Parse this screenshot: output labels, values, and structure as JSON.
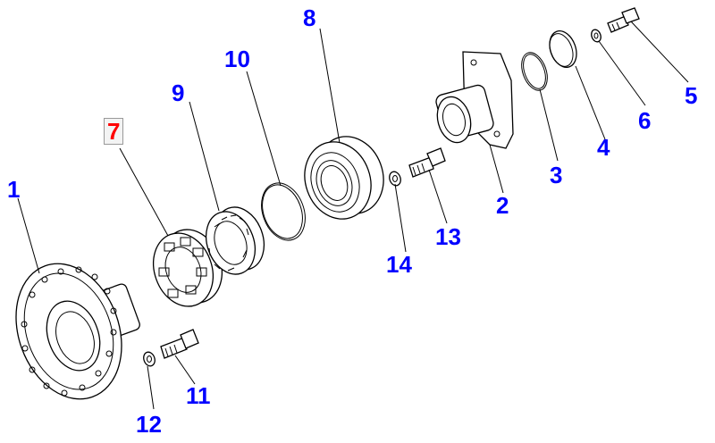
{
  "diagram": {
    "colors": {
      "callout": "#0000ff",
      "highlight": "#ff0000",
      "line": "#000000",
      "background": "#ffffff"
    },
    "callouts": [
      {
        "id": "1",
        "label": "1",
        "highlighted": false
      },
      {
        "id": "2",
        "label": "2",
        "highlighted": false
      },
      {
        "id": "3",
        "label": "3",
        "highlighted": false
      },
      {
        "id": "4",
        "label": "4",
        "highlighted": false
      },
      {
        "id": "5",
        "label": "5",
        "highlighted": false
      },
      {
        "id": "6",
        "label": "6",
        "highlighted": false
      },
      {
        "id": "7",
        "label": "7",
        "highlighted": true
      },
      {
        "id": "8",
        "label": "8",
        "highlighted": false
      },
      {
        "id": "9",
        "label": "9",
        "highlighted": false
      },
      {
        "id": "10",
        "label": "10",
        "highlighted": false
      },
      {
        "id": "11",
        "label": "11",
        "highlighted": false
      },
      {
        "id": "12",
        "label": "12",
        "highlighted": false
      },
      {
        "id": "13",
        "label": "13",
        "highlighted": false
      },
      {
        "id": "14",
        "label": "14",
        "highlighted": false
      }
    ]
  }
}
